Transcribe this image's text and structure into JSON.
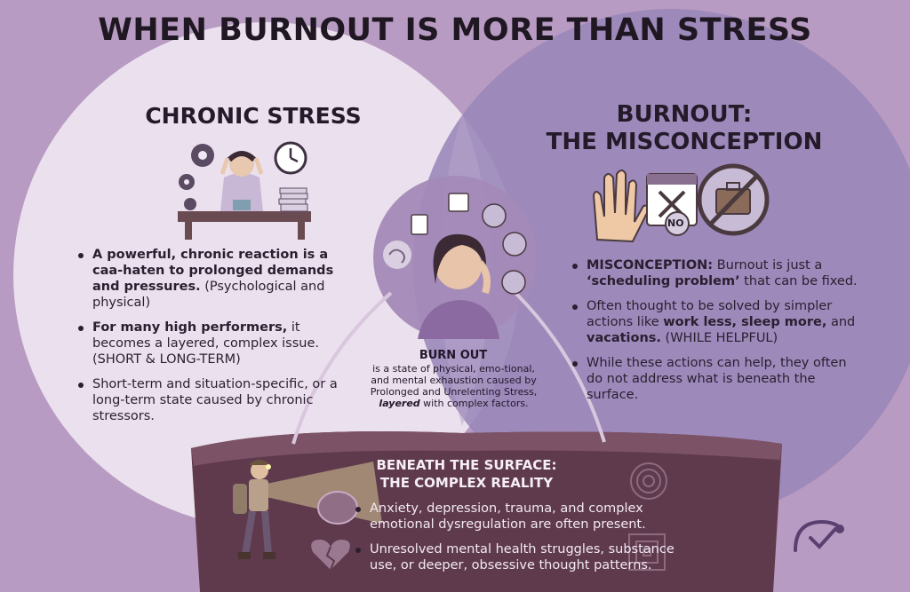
{
  "title": "WHEN BURNOUT IS MORE THAN STRESS",
  "colors": {
    "background": "#b89bc2",
    "left_circle": "#efe6f1",
    "right_circle": "#9886b8",
    "center_circle": "#a48ab8",
    "cave": "#5e3a4c",
    "text_dark": "#2a1f30",
    "text_light": "#f3e9f4"
  },
  "left": {
    "heading": "CHRONIC STRESS",
    "b1_bold": "A powerful, chronic reaction is a caa-haten to prolonged demands and pressures.",
    "b1_rest": " (Psychological and physical)",
    "b2_bold": "For many high performers,",
    "b2_rest": " it becomes a layered, complex issue. (SHORT & LONG-TERM)",
    "b3": "Short-term and situation-specific, or a long-term state caused by chronic stressors."
  },
  "right": {
    "heading_line1": "BURNOUT:",
    "heading_line2": "THE MISCONCEPTION",
    "calendar_badge": "NO",
    "b1_bold": "MISCONCEPTION:",
    "b1_mid": " Burnout is just a ",
    "b1_bold2": "‘scheduling problem’",
    "b1_rest": " that can be fixed.",
    "b2_a": "Often thought to be solved by simpler actions like ",
    "b2_bold": "work less, sleep more,",
    "b2_b": " and ",
    "b2_bold2": "vacations.",
    "b2_rest": " (WHILE HELPFUL)",
    "b3": "While these actions can help, they often do not address what is beneath the surface."
  },
  "center": {
    "title": "BURN OUT",
    "desc_a": "is a state of physical, emo-tional, and mental exhaustion caused by Prolonged and Unrelenting Stress, ",
    "desc_em": "layered",
    "desc_b": " with complex factors."
  },
  "bottom": {
    "title_line1": "BENEATH THE SURFACE:",
    "title_line2": "THE COMPLEX REALITY",
    "b1": "Anxiety, depression, trauma, and complex emotional dysregulation are often present.",
    "b2": "Unresolved mental health struggles, substance use, or deeper, obsessive thought patterns."
  },
  "icons": [
    "gear-icon",
    "stressed-worker-icon",
    "clock-icon",
    "paper-stack-icon",
    "raised-hand-icon",
    "calendar-x-icon",
    "no-luggage-icon",
    "brain-icon",
    "calendar-icon",
    "exhausted-woman-icon",
    "explorer-icon",
    "brain-question-icon",
    "broken-heart-icon",
    "maze-icon",
    "logo-check-icon"
  ]
}
